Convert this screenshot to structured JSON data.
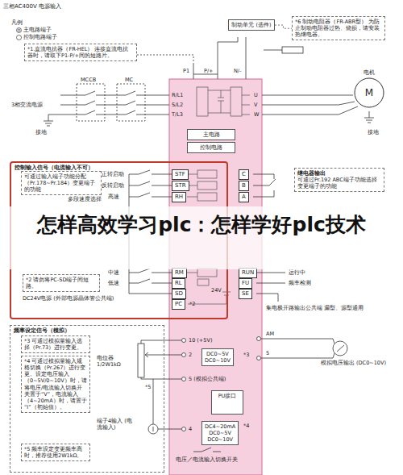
{
  "diagram": {
    "nodes": [
      {
        "text": [
          "*1.直流电抗器（FR-HEL） 连接直流电抗器时，请取下P1-P/+间的短路片。"
        ]
      },
      {
        "text": [
          "制动单元 (选件)"
        ]
      },
      {
        "text": [
          "*6 制动电阻器（FR-ABR型） 为防止制动电阻器过热、烧损，请安装热继电器。"
        ]
      },
      {
        "text": [
          "电机",
          "M"
        ]
      },
      {
        "text": [
          "主电路"
        ]
      },
      {
        "text": [
          "控制电路"
        ]
      },
      {
        "text": [
          "控制输入信号（电流输入不可）"
        ]
      },
      {
        "text": [
          "可通过输入端子功能分配（Pr.178~Pr.184）变更端子的功能"
        ],
        "in": 6
      },
      {
        "text": [
          "*2 请勿将PC-SD端子间短路。"
        ],
        "in": 6
      },
      {
        "text": [
          "STF"
        ],
        "in": 6
      },
      {
        "text": [
          "STR"
        ],
        "in": 6
      },
      {
        "text": [
          "RH"
        ],
        "in": 6
      },
      {
        "text": [
          "RM"
        ],
        "in": 6
      },
      {
        "text": [
          "RL"
        ],
        "in": 6
      },
      {
        "text": [
          "SD"
        ],
        "in": 6
      },
      {
        "text": [
          "PC"
        ],
        "in": 6
      },
      {
        "text": [
          "继电器输出",
          "可通过Pr.192 ABC端子功能选择变更端子的功能"
        ]
      },
      {
        "text": [
          "C"
        ]
      },
      {
        "text": [
          "B"
        ]
      },
      {
        "text": [
          "A"
        ]
      },
      {
        "text": [
          "RUN"
        ]
      },
      {
        "text": [
          "FU"
        ]
      },
      {
        "text": [
          "SE"
        ]
      },
      {
        "text": [
          "频率设定信号（模拟）"
        ]
      },
      {
        "text": [
          "*3 可通过模拟量输入选择（Pr.73）进行变更。"
        ],
        "in": 23
      },
      {
        "text": [
          "*4 可通过模拟量输入规格切换（Pr.267）进行变更。设定电压输入（0~5V/0~10V）时，请将电压/电流输入切换开关置于“V”，电流输入（4~20mA）时，请置于“I”（初始值）。"
        ],
        "in": 23
      },
      {
        "text": [
          "*5 频率设定变更频率高时，推荐使用2W1kΩ。"
        ],
        "in": 23
      },
      {
        "text": [
          "DC0~5V",
          "DC0~10V"
        ]
      },
      {
        "text": [
          "DC4~20mA",
          "DC0~5V",
          "DC0~10V"
        ]
      },
      {
        "text": [
          "PU接口"
        ]
      }
    ],
    "edges": [
      {
        "from": 1,
        "to": 2,
        "arrow": "none"
      }
    ],
    "labels": [
      "三相AC400V 电源输入",
      "凡例",
      "MCCB",
      "MC",
      "3相交流电源",
      "接地",
      "P1",
      "P/+",
      "N/-",
      "R/L1",
      "S/L2",
      "T/L3",
      "U",
      "V",
      "W",
      "接地",
      "正转启动",
      "反转启动",
      "多段速度选择",
      "高速",
      "中速",
      "低速",
      "DC24V电源 (外部电源晶体管公共端)",
      "24V",
      "运行中",
      "频率检测",
      "集电极开路输出公共端 漏型、源型通用",
      "AM",
      "5",
      "模拟电压输出 (DC0~10V)",
      "10 (+5V)",
      "2",
      "*3",
      "5 (模拟公共端)",
      "电位器 1/2W1kΩ",
      "*5",
      "端子4输入 (电流输入)",
      "4",
      "*4",
      "电压／电流输入切换开关",
      "怎样高效学习plc：怎样学好plc技术",
      "*2"
    ],
    "legend": [
      {
        "text": "主电路端子"
      },
      {
        "text": "控制电路端子"
      }
    ]
  }
}
